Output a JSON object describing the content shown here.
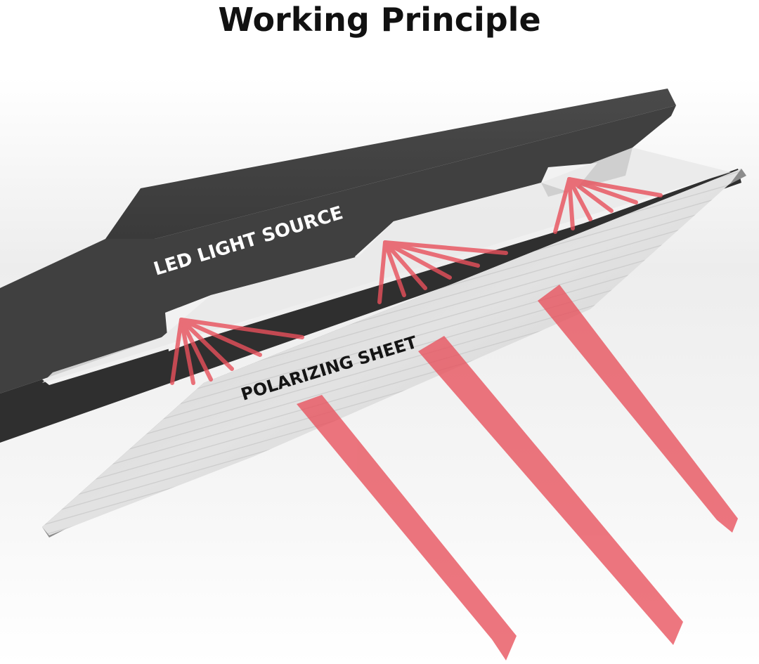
{
  "title": "Working Principle",
  "labels": {
    "led_source": "LED LIGHT SOURCE",
    "polarizing_sheet": "POLARIZING SHEET"
  },
  "colors": {
    "housing": "#3f3f3f",
    "housing_edge": "#2b2b2b",
    "sheet": "#d6d6d6",
    "light_beam": "#e8505b",
    "title": "#111111"
  }
}
